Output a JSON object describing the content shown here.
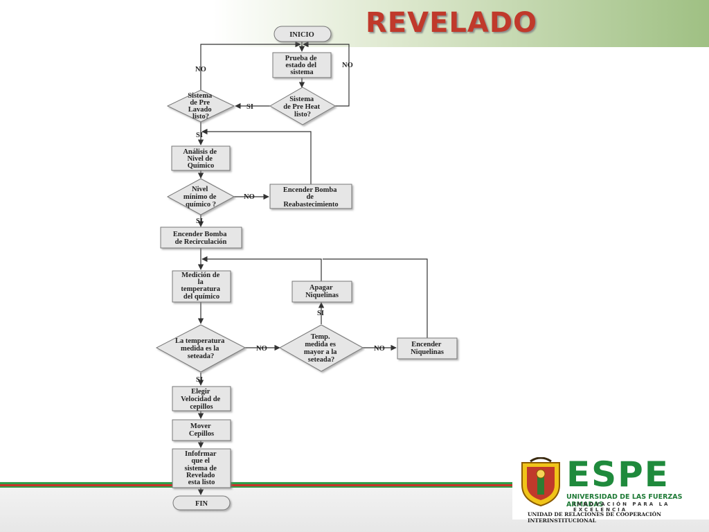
{
  "slide": {
    "title": "REVELADO"
  },
  "flowchart": {
    "start": "INICIO",
    "step_prueba": [
      "Prueba de",
      "estado del",
      "sistema"
    ],
    "dec_preheat": [
      "Sistema",
      "de Pre Heat",
      "listo?"
    ],
    "dec_prelavado": [
      "Sistema",
      "de Pre",
      "Lavado",
      "listo?"
    ],
    "step_analisis": [
      "Análisis de",
      "Nivel de",
      "Químico"
    ],
    "dec_nivel": [
      "Nivel",
      "mínimo de",
      "químico ?"
    ],
    "step_bomba_reab": [
      "Encender Bomba",
      "de",
      "Reabastecimiento"
    ],
    "step_bomba_recirc": [
      "Encender Bomba",
      "de Recirculación"
    ],
    "step_medicion": [
      "Medición de",
      "la",
      "temperatura",
      "del químico"
    ],
    "step_apagar": [
      "Apagar",
      "Niquelinas"
    ],
    "dec_temp_seteada": [
      "La temperatura",
      "medida es la",
      "seteada?"
    ],
    "dec_temp_mayor": [
      "Temp.",
      "medida es",
      "mayor a la",
      "seteada?"
    ],
    "step_encender_niq": [
      "Encender",
      "Niquelinas"
    ],
    "step_velocidad": [
      "Elegir",
      "Velocidad de",
      "cepillos"
    ],
    "step_mover": [
      "Mover",
      "Cepillos"
    ],
    "step_informar": [
      "Infofrmar",
      "que el",
      "sistema de",
      "Revelado",
      "esta listo"
    ],
    "end": "FIN",
    "labels": {
      "no1": "NO",
      "no2": "NO",
      "si1": "SI",
      "si2": "SI",
      "no3": "NO",
      "si3": "SI",
      "si4": "SI",
      "no4": "NO",
      "no5": "NO",
      "si5": "SI"
    }
  },
  "logo": {
    "name": "ESPE",
    "university": "UNIVERSIDAD DE LAS FUERZAS ARMADAS",
    "motto": "INNOVACIÓN PARA LA EXCELENCIA",
    "unit": "UNIDAD DE RELACIONES DE COOPERACIÓN INTERINSTITUCIONAL",
    "colors": {
      "green": "#1f8a3c",
      "red": "#c0392b"
    }
  }
}
